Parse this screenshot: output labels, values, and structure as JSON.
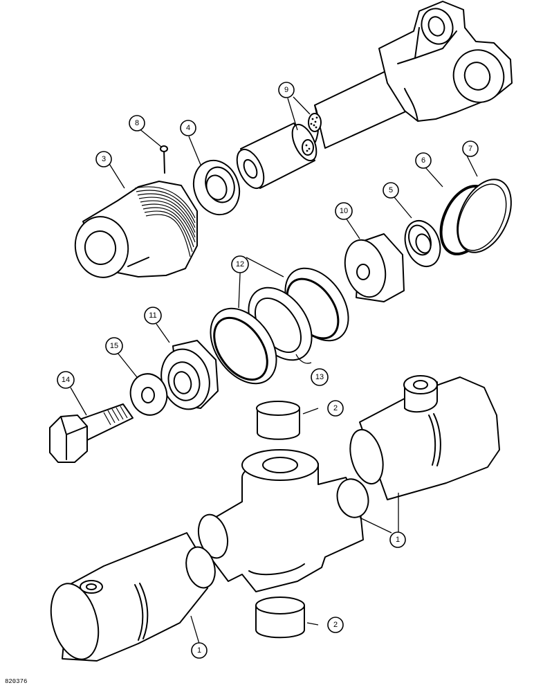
{
  "figure_id": "820376",
  "callouts": [
    {
      "id": "c1a",
      "number": "1"
    },
    {
      "id": "c1b",
      "number": "1"
    },
    {
      "id": "c2a",
      "number": "2"
    },
    {
      "id": "c2b",
      "number": "2"
    },
    {
      "id": "c3",
      "number": "3"
    },
    {
      "id": "c4",
      "number": "4"
    },
    {
      "id": "c5",
      "number": "5"
    },
    {
      "id": "c6",
      "number": "6"
    },
    {
      "id": "c7",
      "number": "7"
    },
    {
      "id": "c8",
      "number": "8"
    },
    {
      "id": "c9",
      "number": "9"
    },
    {
      "id": "c10",
      "number": "10"
    },
    {
      "id": "c11",
      "number": "11"
    },
    {
      "id": "c12",
      "number": "12"
    },
    {
      "id": "c13",
      "number": "13"
    },
    {
      "id": "c14",
      "number": "14"
    },
    {
      "id": "c15",
      "number": "15"
    }
  ]
}
